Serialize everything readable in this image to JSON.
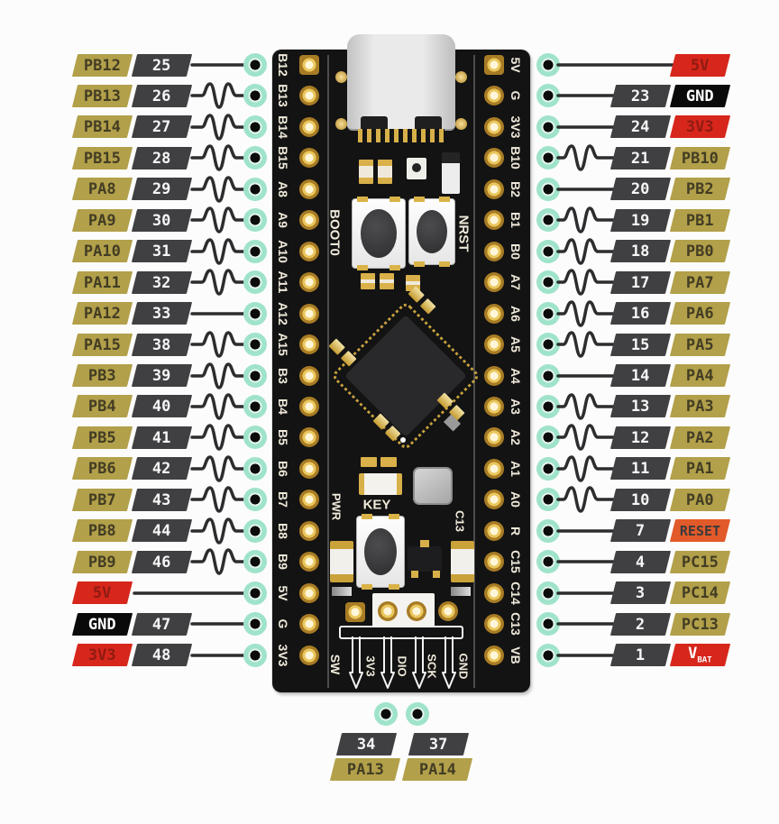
{
  "board": {
    "silkscreen_left": [
      "B12",
      "B13",
      "B14",
      "B15",
      "A8",
      "A9",
      "A10",
      "A11",
      "A12",
      "A15",
      "B3",
      "B4",
      "B5",
      "B6",
      "B7",
      "B8",
      "B9",
      "5V",
      "G",
      "3V3"
    ],
    "silkscreen_right": [
      "5V",
      "G",
      "3V3",
      "B10",
      "B2",
      "B1",
      "B0",
      "A7",
      "A6",
      "A5",
      "A4",
      "A3",
      "A2",
      "A1",
      "A0",
      "R",
      "C15",
      "C14",
      "C13",
      "VB"
    ],
    "boot_button_label": "BOOT0",
    "nrst_button_label": "NRST",
    "key_button_label": "KEY",
    "pwr_led_label": "PWR",
    "c13_led_label": "C13",
    "swd_port_label": "SW",
    "swd_pin_labels": [
      "3V3",
      "DIO",
      "SCK",
      "GND"
    ]
  },
  "left_pins": [
    {
      "name": "PB12",
      "number": "25",
      "style": "gpio",
      "wavy": false
    },
    {
      "name": "PB13",
      "number": "26",
      "style": "gpio",
      "wavy": true
    },
    {
      "name": "PB14",
      "number": "27",
      "style": "gpio",
      "wavy": true
    },
    {
      "name": "PB15",
      "number": "28",
      "style": "gpio",
      "wavy": true
    },
    {
      "name": "PA8",
      "number": "29",
      "style": "gpio",
      "wavy": true
    },
    {
      "name": "PA9",
      "number": "30",
      "style": "gpio",
      "wavy": true
    },
    {
      "name": "PA10",
      "number": "31",
      "style": "gpio",
      "wavy": true
    },
    {
      "name": "PA11",
      "number": "32",
      "style": "gpio",
      "wavy": true
    },
    {
      "name": "PA12",
      "number": "33",
      "style": "gpio",
      "wavy": false
    },
    {
      "name": "PA15",
      "number": "38",
      "style": "gpio",
      "wavy": true
    },
    {
      "name": "PB3",
      "number": "39",
      "style": "gpio",
      "wavy": true
    },
    {
      "name": "PB4",
      "number": "40",
      "style": "gpio",
      "wavy": true
    },
    {
      "name": "PB5",
      "number": "41",
      "style": "gpio",
      "wavy": true
    },
    {
      "name": "PB6",
      "number": "42",
      "style": "gpio",
      "wavy": true
    },
    {
      "name": "PB7",
      "number": "43",
      "style": "gpio",
      "wavy": true
    },
    {
      "name": "PB8",
      "number": "44",
      "style": "gpio",
      "wavy": true
    },
    {
      "name": "PB9",
      "number": "46",
      "style": "gpio",
      "wavy": true
    },
    {
      "name": "5V",
      "number": "",
      "style": "power",
      "wavy": false
    },
    {
      "name": "GND",
      "number": "47",
      "style": "ground",
      "wavy": false
    },
    {
      "name": "3V3",
      "number": "48",
      "style": "power",
      "wavy": false
    }
  ],
  "right_pins": [
    {
      "name": "5V",
      "number": "",
      "style": "power",
      "wavy": false
    },
    {
      "name": "GND",
      "number": "23",
      "style": "ground",
      "wavy": false
    },
    {
      "name": "3V3",
      "number": "24",
      "style": "power",
      "wavy": false
    },
    {
      "name": "PB10",
      "number": "21",
      "style": "gpio",
      "wavy": true
    },
    {
      "name": "PB2",
      "number": "20",
      "style": "gpio",
      "wavy": false
    },
    {
      "name": "PB1",
      "number": "19",
      "style": "gpio",
      "wavy": true
    },
    {
      "name": "PB0",
      "number": "18",
      "style": "gpio",
      "wavy": true
    },
    {
      "name": "PA7",
      "number": "17",
      "style": "gpio",
      "wavy": true
    },
    {
      "name": "PA6",
      "number": "16",
      "style": "gpio",
      "wavy": true
    },
    {
      "name": "PA5",
      "number": "15",
      "style": "gpio",
      "wavy": true
    },
    {
      "name": "PA4",
      "number": "14",
      "style": "gpio",
      "wavy": false
    },
    {
      "name": "PA3",
      "number": "13",
      "style": "gpio",
      "wavy": true
    },
    {
      "name": "PA2",
      "number": "12",
      "style": "gpio",
      "wavy": true
    },
    {
      "name": "PA1",
      "number": "11",
      "style": "gpio",
      "wavy": true
    },
    {
      "name": "PA0",
      "number": "10",
      "style": "gpio",
      "wavy": true
    },
    {
      "name": "RESET",
      "number": "7",
      "style": "reset",
      "wavy": false
    },
    {
      "name": "PC15",
      "number": "4",
      "style": "gpio",
      "wavy": false
    },
    {
      "name": "PC14",
      "number": "3",
      "style": "gpio",
      "wavy": false
    },
    {
      "name": "PC13",
      "number": "2",
      "style": "gpio",
      "wavy": false
    },
    {
      "name": "VBAT",
      "number": "1",
      "style": "vbat",
      "wavy": false,
      "base": "V",
      "subscript": "BAT"
    }
  ],
  "bottom_pins": [
    {
      "number": "34",
      "name": "PA13"
    },
    {
      "number": "37",
      "name": "PA14"
    }
  ],
  "colors": {
    "gpio_label_bg": "#b2a04a",
    "gpio_label_text": "#433d24",
    "number_label_bg": "#404043",
    "number_label_text": "#f6f6f6",
    "power_label_bg": "#d7261b",
    "power_label_text": "#8f1b12",
    "vbat_text": "#ffffff",
    "ground_label_bg": "#0a0a0a",
    "ground_label_text": "#ffffff",
    "reset_label_bg": "#e25a29",
    "reset_label_text": "#3a3a3c",
    "wire": "#2d2d2f",
    "pin_dot_ring": "#9fe3ca",
    "board_bg": "#131313",
    "silkscreen_text": "#efe9da",
    "gold": "#d9b348"
  }
}
